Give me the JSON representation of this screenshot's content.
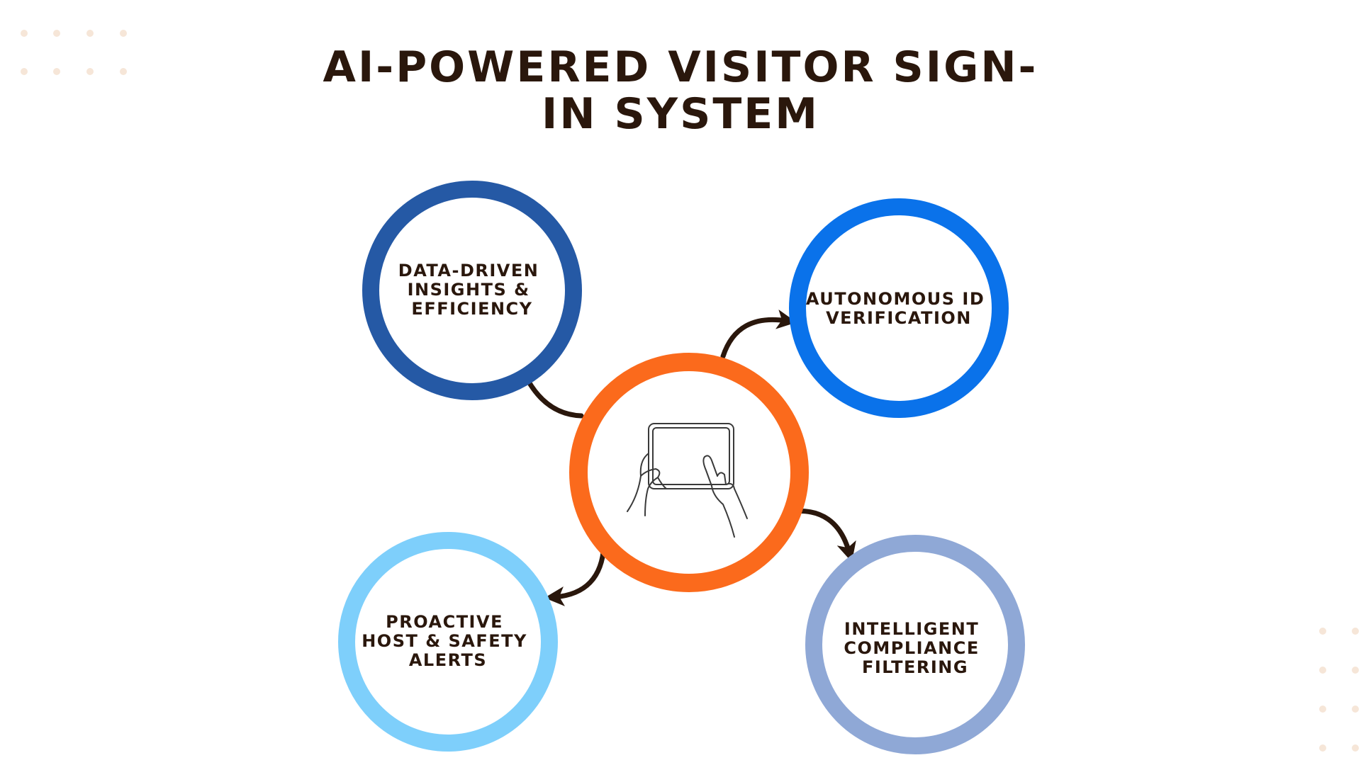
{
  "title": {
    "line1": "AI-POWERED VISITOR SIGN-",
    "line2": "IN SYSTEM"
  },
  "center": {
    "icon": "tablet-touch-icon",
    "ring_color": "#fb6a1c"
  },
  "nodes": [
    {
      "id": "data-insights",
      "lines": [
        "DATA-DRIVEN",
        "INSIGHTS &",
        "EFFICIENCY"
      ],
      "ring_color": "#2559a5"
    },
    {
      "id": "id-verification",
      "lines": [
        "AUTONOMOUS ID",
        "VERIFICATION"
      ],
      "ring_color": "#0a72ea"
    },
    {
      "id": "safety-alerts",
      "lines": [
        "PROACTIVE",
        "HOST & SAFETY",
        "ALERTS"
      ],
      "ring_color": "#7ecffb"
    },
    {
      "id": "compliance-filtering",
      "lines": [
        "INTELLIGENT",
        "COMPLIANCE",
        "FILTERING"
      ],
      "ring_color": "#8fa8d6"
    }
  ],
  "colors": {
    "text": "#2a170c",
    "arrow": "#2a170c",
    "decor_dots": "#f6e6d8"
  }
}
